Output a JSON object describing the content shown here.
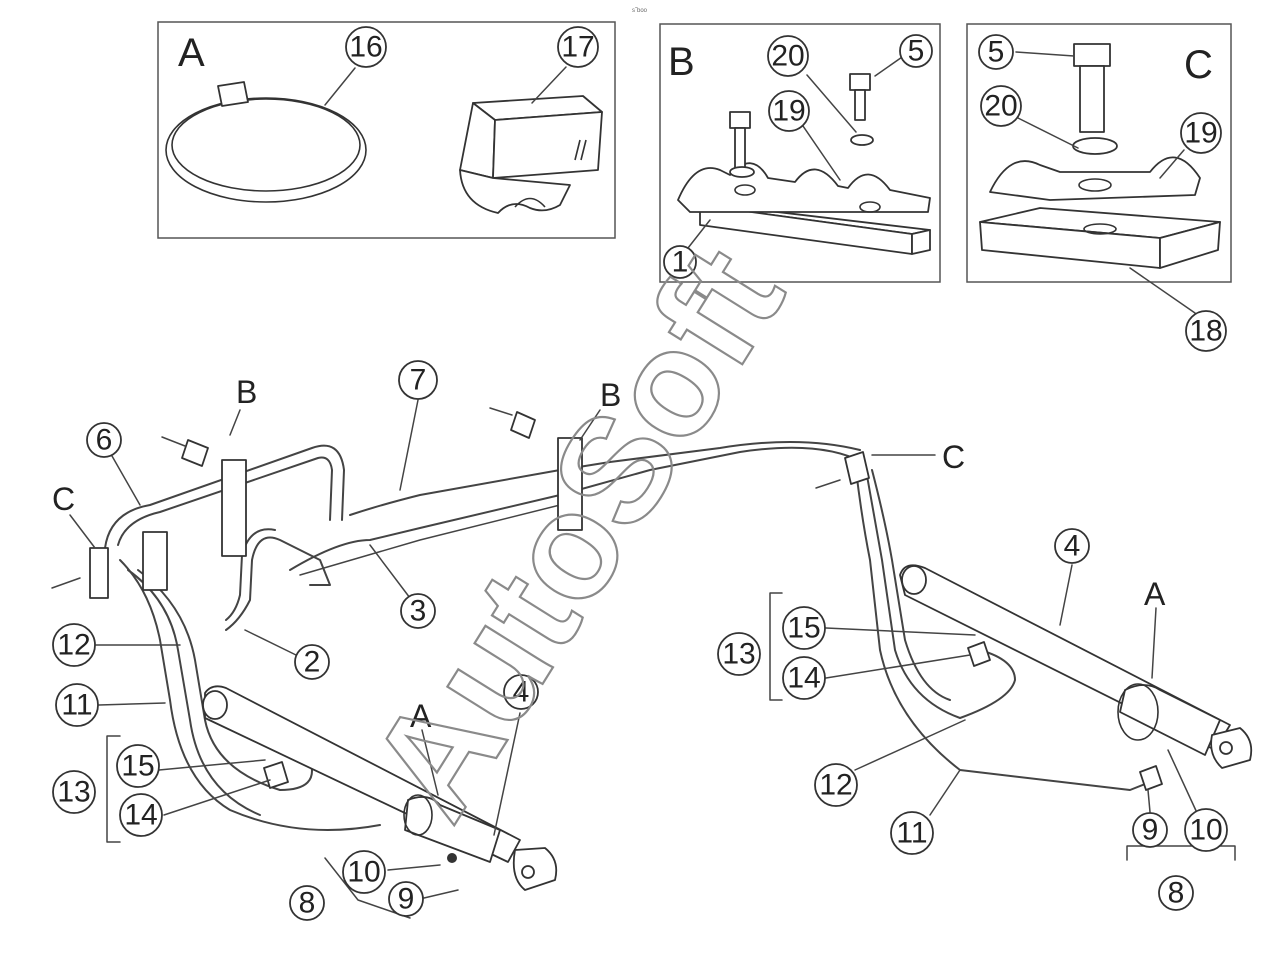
{
  "header_mark": "s˝boo",
  "watermark": "AutoSoft",
  "insets": {
    "a": {
      "letter": "A",
      "callouts": [
        "16",
        "17"
      ]
    },
    "b": {
      "letter": "B",
      "callouts": [
        "20",
        "5",
        "19",
        "1"
      ]
    },
    "c": {
      "letter": "C",
      "callouts": [
        "5",
        "20",
        "19",
        "18"
      ]
    }
  },
  "main": {
    "letters": [
      "B",
      "B",
      "C",
      "C",
      "A",
      "A"
    ],
    "callouts": [
      "7",
      "6",
      "3",
      "2",
      "12",
      "11",
      "13",
      "15",
      "14",
      "10",
      "9",
      "8",
      "4",
      "4",
      "13",
      "15",
      "14",
      "12",
      "11",
      "9",
      "10",
      "8"
    ]
  }
}
